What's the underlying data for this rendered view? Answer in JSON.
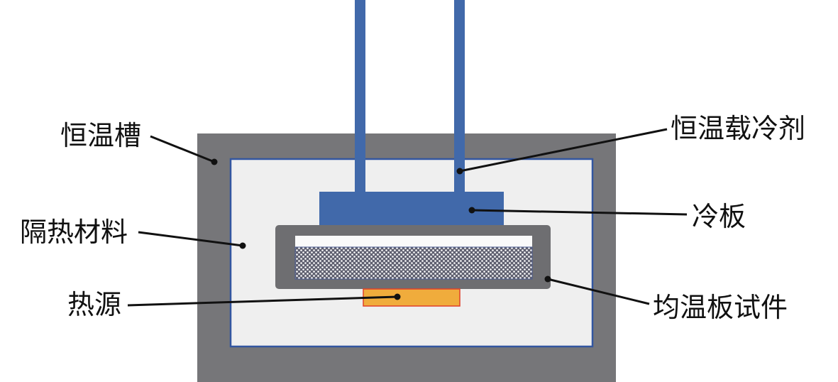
{
  "labels": {
    "bath": "恒温槽",
    "insulation": "隔热材料",
    "heat_source": "热源",
    "coolant": "恒温载冷剂",
    "cold_plate": "冷板",
    "specimen": "均温板试件"
  },
  "colors": {
    "bath": "#767679",
    "insulation": "#efefef",
    "insulation_border": "#3356a0",
    "pipe": "#4169aa",
    "cold_plate": "#4169aa",
    "specimen": "#6e6e71",
    "heat_source": "#f0ac3c",
    "heat_source_border": "#e0402a"
  }
}
